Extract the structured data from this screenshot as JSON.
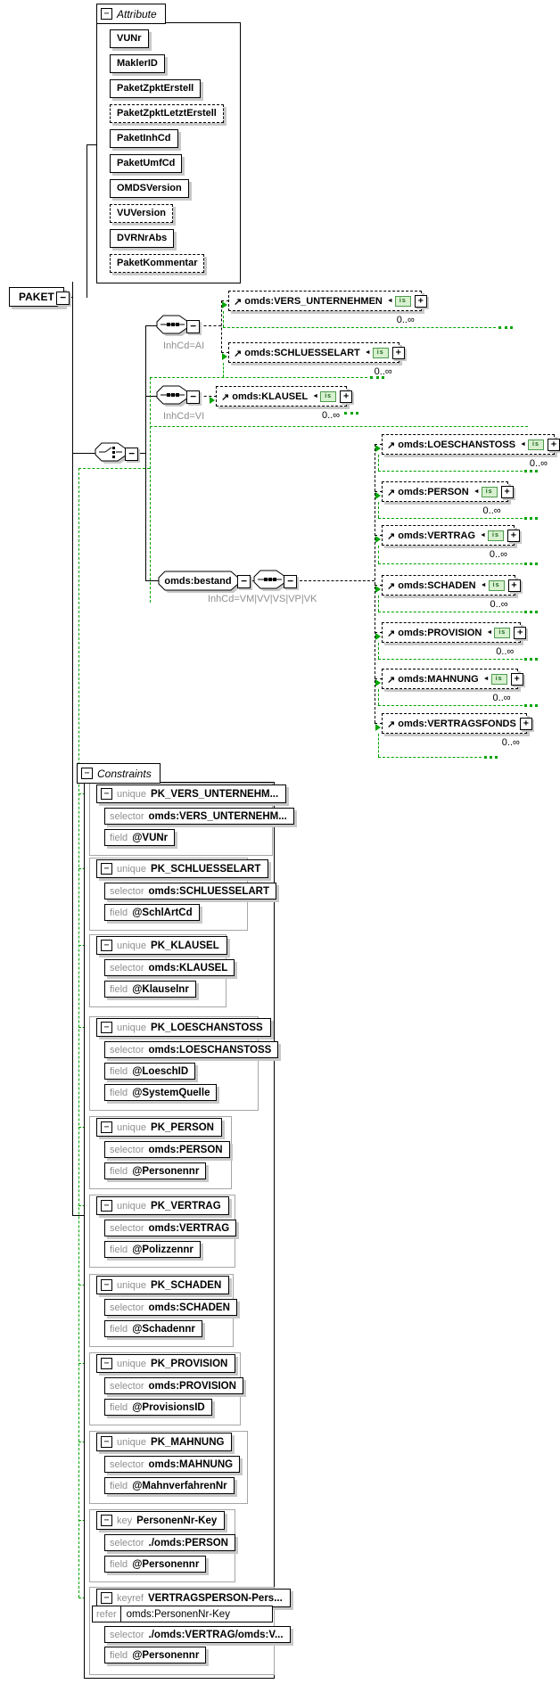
{
  "badge_label": "is",
  "icons": {
    "minus": "−",
    "plus": "+",
    "ref_arrow": "↗",
    "left_arrow": "◄"
  },
  "root": {
    "name": "PAKET"
  },
  "attributes": {
    "title": "Attribute",
    "items": [
      {
        "name": "VUNr"
      },
      {
        "name": "MaklerID"
      },
      {
        "name": "PaketZpktErstell"
      },
      {
        "name": "PaketZpktLetztErstell"
      },
      {
        "name": "PaketInhCd"
      },
      {
        "name": "PaketUmfCd"
      },
      {
        "name": "OMDSVersion"
      },
      {
        "name": "VUVersion"
      },
      {
        "name": "DVRNrAbs"
      },
      {
        "name": "PaketKommentar"
      }
    ]
  },
  "branches": {
    "ai": {
      "label": "InhCd=AI"
    },
    "vi": {
      "label": "InhCd=VI"
    },
    "bestand": {
      "label": "InhCd=VM|VV|VS|VP|VK"
    }
  },
  "elements": {
    "bestand": {
      "name": "omds:bestand"
    },
    "vers": {
      "name": "omds:VERS_UNTERNEHMEN",
      "occurs": "0..∞"
    },
    "schl": {
      "name": "omds:SCHLUESSELART",
      "occurs": "0..∞"
    },
    "klausel": {
      "name": "omds:KLAUSEL",
      "occurs": "0..∞"
    },
    "loesch": {
      "name": "omds:LOESCHANSTOSS",
      "occurs": "0..∞"
    },
    "person": {
      "name": "omds:PERSON",
      "occurs": "0..∞"
    },
    "vertrag": {
      "name": "omds:VERTRAG",
      "occurs": "0..∞"
    },
    "schaden": {
      "name": "omds:SCHADEN",
      "occurs": "0..∞"
    },
    "provision": {
      "name": "omds:PROVISION",
      "occurs": "0..∞"
    },
    "mahnung": {
      "name": "omds:MAHNUNG",
      "occurs": "0..∞"
    },
    "vfonds": {
      "name": "omds:VERTRAGSFONDS",
      "occurs": "0..∞"
    }
  },
  "constraints": {
    "title": "Constraints",
    "kw": {
      "selector": "selector",
      "field": "field",
      "refer": "refer"
    },
    "blocks": [
      {
        "kind": "unique",
        "name": "PK_VERS_UNTERNEHM...",
        "selector": "omds:VERS_UNTERNEHM...",
        "fields": [
          "@VUNr"
        ]
      },
      {
        "kind": "unique",
        "name": "PK_SCHLUESSELART",
        "selector": "omds:SCHLUESSELART",
        "fields": [
          "@SchlArtCd"
        ]
      },
      {
        "kind": "unique",
        "name": "PK_KLAUSEL",
        "selector": "omds:KLAUSEL",
        "fields": [
          "@Klauselnr"
        ]
      },
      {
        "kind": "unique",
        "name": "PK_LOESCHANSTOSS",
        "selector": "omds:LOESCHANSTOSS",
        "fields": [
          "@LoeschID",
          "@SystemQuelle"
        ]
      },
      {
        "kind": "unique",
        "name": "PK_PERSON",
        "selector": "omds:PERSON",
        "fields": [
          "@Personennr"
        ]
      },
      {
        "kind": "unique",
        "name": "PK_VERTRAG",
        "selector": "omds:VERTRAG",
        "fields": [
          "@Polizzennr"
        ]
      },
      {
        "kind": "unique",
        "name": "PK_SCHADEN",
        "selector": "omds:SCHADEN",
        "fields": [
          "@Schadennr"
        ]
      },
      {
        "kind": "unique",
        "name": "PK_PROVISION",
        "selector": "omds:PROVISION",
        "fields": [
          "@ProvisionsID"
        ]
      },
      {
        "kind": "unique",
        "name": "PK_MAHNUNG",
        "selector": "omds:MAHNUNG",
        "fields": [
          "@MahnverfahrenNr"
        ]
      },
      {
        "kind": "key",
        "name": "PersonenNr-Key",
        "selector": "./omds:PERSON",
        "fields": [
          "@Personennr"
        ]
      },
      {
        "kind": "keyref",
        "name": "VERTRAGSPERSON-Pers...",
        "refer": "omds:PersonenNr-Key",
        "selector": "./omds:VERTRAG/omds:V...",
        "fields": [
          "@Personennr"
        ]
      }
    ]
  },
  "colors": {
    "guide_green": "#00a400",
    "badge_bg": "#d7f1cf",
    "badge_border": "#4d9b4d",
    "shadow": "#c8c8c8",
    "muted_text": "#8f8f8f"
  }
}
